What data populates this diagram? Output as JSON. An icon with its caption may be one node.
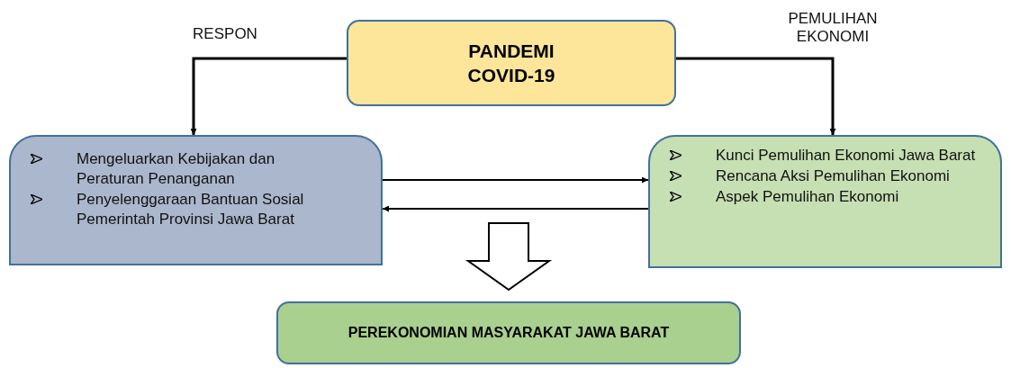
{
  "diagram": {
    "nodes": [
      {
        "text": [
          "PANDEMI COVID-19"
        ]
      },
      {
        "text": [
          "Mengeluarkan Kebijakan dan Peraturan Penanganan",
          "Penyelenggaraan Bantuan Sosial Pemerintah Provinsi Jawa Barat"
        ]
      },
      {
        "text": [
          "Kunci Pemulihan Ekonomi Jawa Barat",
          "Rencana Aksi Pemulihan Ekonomi",
          "Aspek Pemulihan Ekonomi"
        ]
      },
      {
        "text": [
          "PEREKONOMIAN MASYARAKAT JAWA BARAT"
        ]
      }
    ],
    "edges": [
      {
        "from": 0,
        "to": 1,
        "arrow": "to",
        "label": "RESPON"
      },
      {
        "from": 0,
        "to": 2,
        "arrow": "to",
        "label": "PEMULIHAN EKONOMI"
      },
      {
        "from": 1,
        "to": 2,
        "arrow": "to"
      },
      {
        "from": 2,
        "to": 1,
        "arrow": "to"
      },
      {
        "from": null,
        "to": 3,
        "arrow": "to",
        "style": "thick"
      }
    ]
  }
}
